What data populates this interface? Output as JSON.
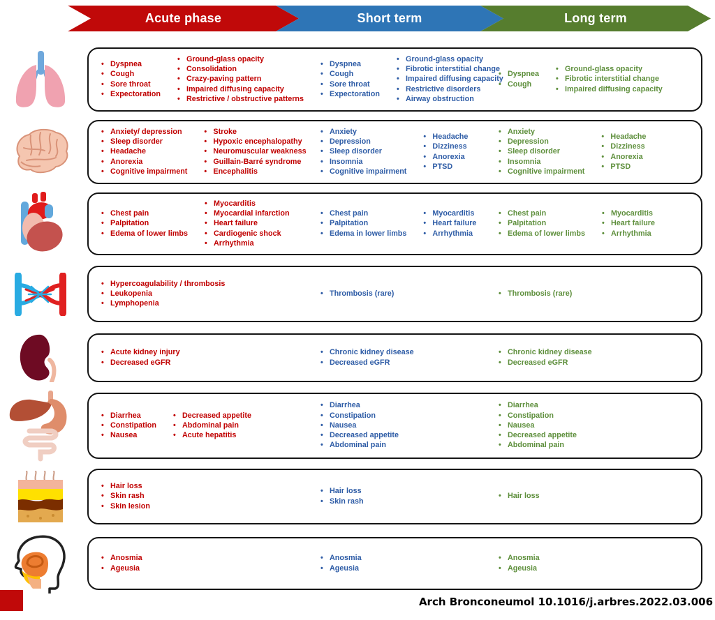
{
  "header": {
    "phases": [
      {
        "label": "Acute phase",
        "color": "#C00909"
      },
      {
        "label": "Short term",
        "color": "#2E75B6"
      },
      {
        "label": "Long term",
        "color": "#567D2E"
      }
    ]
  },
  "colors": {
    "acute_text": "#C00000",
    "short_text": "#2E5CA6",
    "long_text": "#5E8F3C",
    "corner_mark": "#C00909"
  },
  "footer": {
    "citation": "Arch Bronconeumol 10.1016/j.arbres.2022.03.006"
  },
  "rows": [
    {
      "organ": "lungs",
      "acute": [
        [
          "Dyspnea",
          "Cough",
          "Sore throat",
          "Expectoration"
        ],
        [
          "Ground-glass opacity",
          "Consolidation",
          "Crazy-paving pattern",
          "Impaired diffusing capacity",
          "Restrictive / obstructive patterns"
        ]
      ],
      "short": [
        [
          "Dyspnea",
          "Cough",
          "Sore throat",
          "Expectoration"
        ],
        [
          "Ground-glass opacity",
          "Fibrotic interstitial change",
          "Impaired diffusing capacity",
          "Restrictive disorders",
          "Airway obstruction"
        ]
      ],
      "long": [
        [
          "Dyspnea",
          "Cough"
        ],
        [
          "Ground-glass opacity",
          "Fibrotic interstitial change",
          "Impaired diffusing capacity"
        ]
      ]
    },
    {
      "organ": "brain",
      "acute": [
        [
          "Anxiety/ depression",
          "Sleep disorder",
          "Headache",
          "Anorexia",
          "Cognitive impairment"
        ],
        [
          "Stroke",
          "Hypoxic encephalopathy",
          "Neuromuscular weakness",
          "Guillain-Barré syndrome",
          "Encephalitis"
        ]
      ],
      "short": [
        [
          "Anxiety",
          "Depression",
          "Sleep disorder",
          "Insomnia",
          "Cognitive impairment"
        ],
        [
          "Headache",
          "Dizziness",
          "Anorexia",
          "PTSD"
        ]
      ],
      "long": [
        [
          "Anxiety",
          "Depression",
          "Sleep disorder",
          "Insomnia",
          "Cognitive impairment"
        ],
        [
          "Headache",
          "Dizziness",
          "Anorexia",
          "PTSD"
        ]
      ]
    },
    {
      "organ": "heart",
      "acute": [
        [
          "Chest pain",
          "Palpitation",
          "Edema of lower limbs"
        ],
        [
          "Myocarditis",
          "Myocardial infarction",
          "Heart failure",
          "Cardiogenic shock",
          "Arrhythmia"
        ]
      ],
      "short": [
        [
          "Chest pain",
          "Palpitation",
          "Edema in lower limbs"
        ],
        [
          "Myocarditis",
          "Heart failure",
          "Arrhythmia"
        ]
      ],
      "long": [
        [
          "Chest pain",
          "Palpitation",
          "Edema of lower limbs"
        ],
        [
          "Myocarditis",
          "Heart failure",
          "Arrhythmia"
        ]
      ]
    },
    {
      "organ": "blood-vessels",
      "acute": [
        [
          "Hypercoagulability / thrombosis",
          "Leukopenia",
          "Lymphopenia"
        ]
      ],
      "short": [
        [
          "Thrombosis (rare)"
        ]
      ],
      "long": [
        [
          "Thrombosis (rare)"
        ]
      ]
    },
    {
      "organ": "kidney",
      "acute": [
        [
          "Acute kidney injury",
          "Decreased eGFR"
        ]
      ],
      "short": [
        [
          "Chronic kidney disease",
          "Decreased eGFR"
        ]
      ],
      "long": [
        [
          "Chronic kidney disease",
          "Decreased eGFR"
        ]
      ]
    },
    {
      "organ": "digestive-tract",
      "acute": [
        [
          "Diarrhea",
          "Constipation",
          "Nausea"
        ],
        [
          "Decreased appetite",
          "Abdominal pain",
          "Acute hepatitis"
        ]
      ],
      "short": [
        [
          "Diarrhea",
          "Constipation",
          "Nausea",
          "Decreased appetite",
          "Abdominal pain"
        ]
      ],
      "long": [
        [
          "Diarrhea",
          "Constipation",
          "Nausea",
          "Decreased appetite",
          "Abdominal pain"
        ]
      ]
    },
    {
      "organ": "skin",
      "acute": [
        [
          "Hair loss",
          "Skin rash",
          "Skin lesion"
        ]
      ],
      "short": [
        [
          "Hair loss",
          "Skin rash"
        ]
      ],
      "long": [
        [
          "Hair loss"
        ]
      ]
    },
    {
      "organ": "nose-throat",
      "acute": [
        [
          "Anosmia",
          "Ageusia"
        ]
      ],
      "short": [
        [
          "Anosmia",
          "Ageusia"
        ]
      ],
      "long": [
        [
          "Anosmia",
          "Ageusia"
        ]
      ]
    }
  ]
}
